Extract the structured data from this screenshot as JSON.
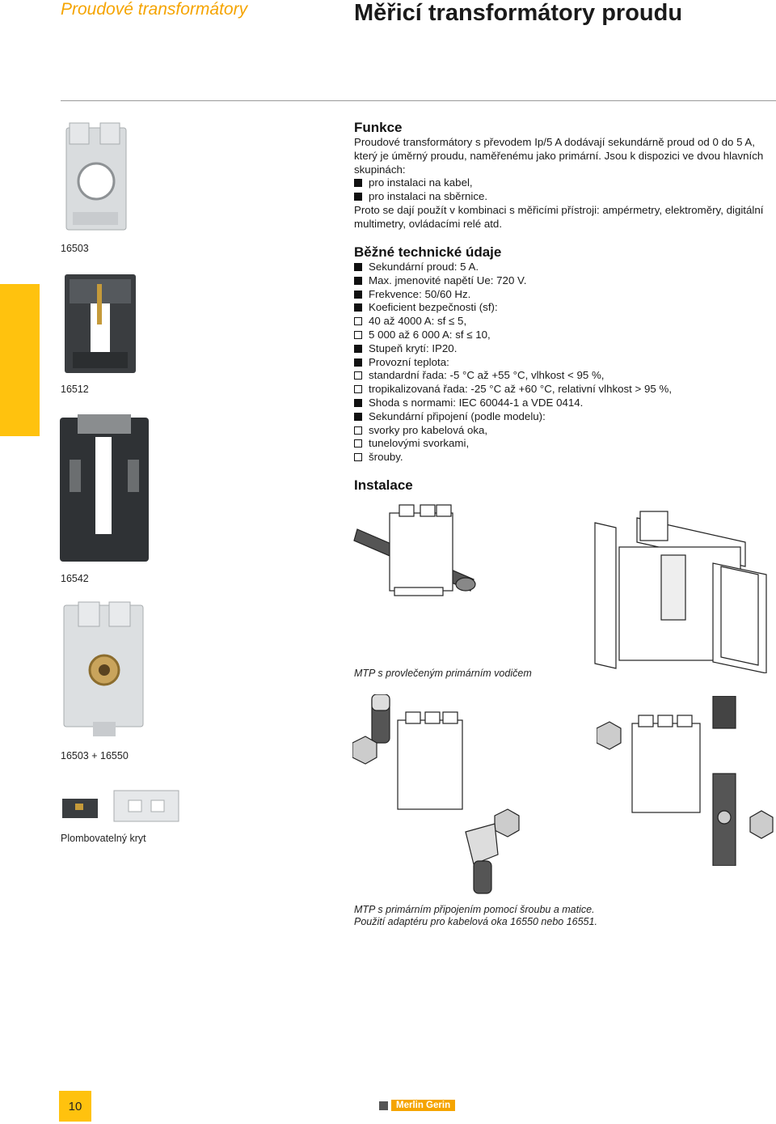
{
  "header": {
    "section_title": "Proudové transformátory",
    "page_title": "Měřicí transformátory proudu"
  },
  "left_captions": {
    "ref_16503": "16503",
    "ref_16512": "16512",
    "ref_16542": "16542",
    "ref_16503_16550": "16503 + 16550",
    "cover": "Plombovatelný kryt"
  },
  "funkce": {
    "heading": "Funkce",
    "intro": "Proudové transformátory s převodem Ip/5 A dodávají sekundárně proud od 0 do 5 A, který je úměrný proudu, naměřenému jako primární. Jsou k dispozici ve dvou hlavních skupinách:",
    "items": [
      "pro instalaci na kabel,",
      "pro instalaci na sběrnice."
    ],
    "outro": "Proto se dají použít v kombinaci s měřicími přístroji: ampérmetry, elektroměry, digitální multimetry, ovládacími relé atd."
  },
  "specs": {
    "heading": "Běžné technické údaje",
    "items": [
      {
        "marker": "filled",
        "text": "Sekundární proud: 5 A."
      },
      {
        "marker": "filled",
        "text": "Max. jmenovité napětí Ue: 720 V."
      },
      {
        "marker": "filled",
        "text": "Frekvence: 50/60 Hz."
      },
      {
        "marker": "filled",
        "text": "Koeficient bezpečnosti (sf):"
      },
      {
        "marker": "hollow",
        "text": "40 až 4000 A: sf ≤ 5,"
      },
      {
        "marker": "hollow",
        "text": "5 000 až 6 000 A: sf ≤ 10,"
      },
      {
        "marker": "filled",
        "text": "Stupeň krytí: IP20."
      },
      {
        "marker": "filled",
        "text": "Provozní teplota:"
      },
      {
        "marker": "hollow",
        "text": "standardní řada: -5 °C až +55 °C, vlhkost < 95 %,"
      },
      {
        "marker": "hollow",
        "text": "tropikalizovaná řada: -25 °C až +60 °C, relativní vlhkost > 95 %,"
      },
      {
        "marker": "filled",
        "text": "Shoda s normami: IEC 60044-1 a VDE 0414."
      },
      {
        "marker": "filled",
        "text": "Sekundární připojení (podle modelu):"
      },
      {
        "marker": "hollow",
        "text": "svorky pro kabelová oka,"
      },
      {
        "marker": "hollow",
        "text": "tunelovými svorkami,"
      },
      {
        "marker": "hollow",
        "text": "šrouby."
      }
    ]
  },
  "instalace": {
    "heading": "Instalace",
    "caption1": "MTP s provlečeným primárním vodičem",
    "caption2_line1": "MTP s primárním připojením pomocí šroubu a matice.",
    "caption2_line2": "Použití adaptéru pro kabelová oka 16550 nebo 16551."
  },
  "footer": {
    "page_number": "10",
    "brand": "Merlin Gerin"
  },
  "colors": {
    "accent": "#f5a400",
    "bar": "#ffc20e",
    "footer_box": "#ffc20e"
  }
}
